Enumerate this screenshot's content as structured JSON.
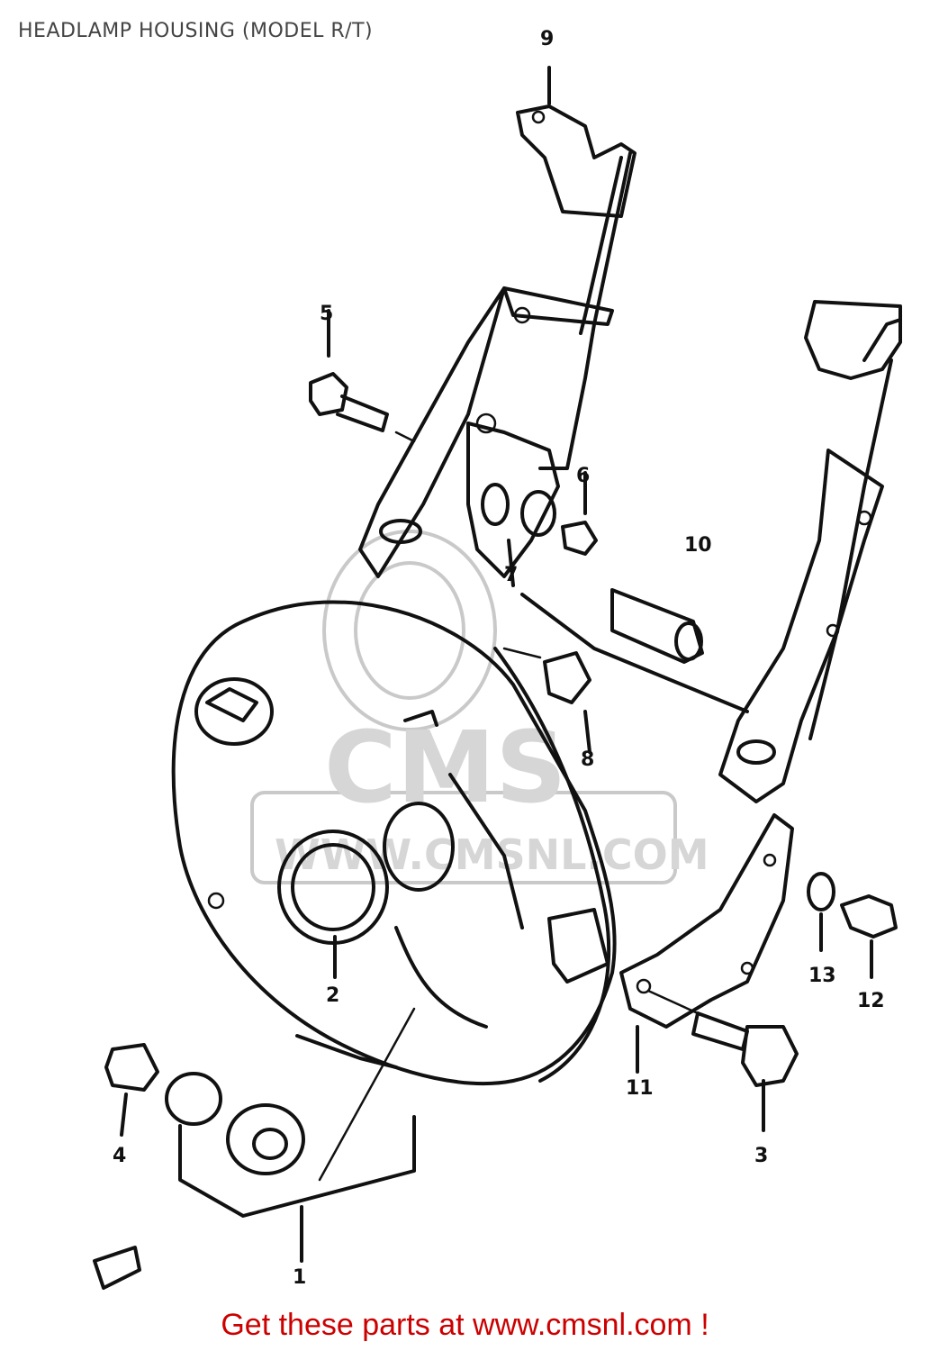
{
  "title": "HEADLAMP HOUSING (MODEL R/T)",
  "footer": "Get these parts at www.cmsnl.com !",
  "watermark": {
    "logo_text": "CMS",
    "url_text": "WWW.CMSNL.COM"
  },
  "callouts": [
    "1",
    "2",
    "3",
    "4",
    "5",
    "6",
    "7",
    "8",
    "9",
    "10",
    "11",
    "12",
    "13"
  ],
  "colors": {
    "title": "#444444",
    "footer": "#cc0000",
    "ink": "#111111",
    "watermark": "#c9c9c9"
  }
}
